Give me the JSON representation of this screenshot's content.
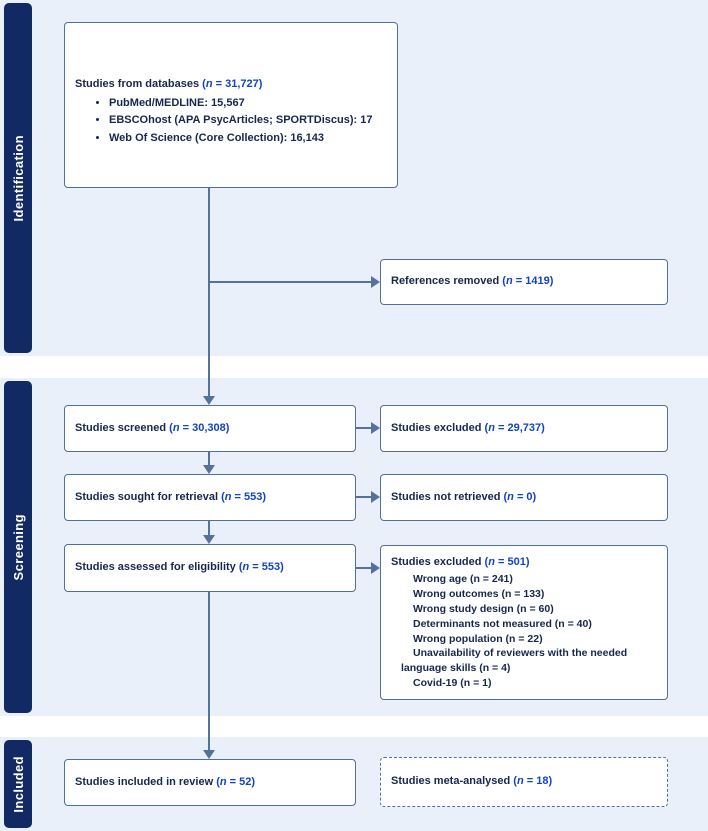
{
  "stages": [
    {
      "id": "identification",
      "label": "Identification"
    },
    {
      "id": "screening",
      "label": "Screening"
    },
    {
      "id": "included",
      "label": "Included"
    }
  ],
  "colors": {
    "stage_tab": "#122a63",
    "band_background": "#eaf0fa",
    "box_border": "#4f6fa3",
    "connector": "#55729f",
    "count_text": "#1143c4",
    "body_text": "#16264d"
  },
  "boxes": {
    "databases": {
      "label": "Studies from databases",
      "n_prefix": "(",
      "n_italic": "n",
      "n_value": " = 31,727)",
      "sources": [
        "PubMed/MEDLINE: 15,567",
        "EBSCOhost (APA PsycArticles; SPORTDiscus): 17",
        "Web Of Science (Core Collection): 16,143"
      ]
    },
    "references_removed": {
      "label": "References removed",
      "n_italic": "n",
      "n_value": " = 1419)"
    },
    "studies_screened": {
      "label": "Studies screened",
      "n_italic": "n",
      "n_value": " = 30,308)"
    },
    "studies_excluded_screen": {
      "label": "Studies excluded",
      "n_italic": "n",
      "n_value": " = 29,737)"
    },
    "studies_sought": {
      "label": "Studies sought for retrieval",
      "n_italic": "n",
      "n_value": " = 553)"
    },
    "studies_not_retrieved": {
      "label": "Studies not retrieved",
      "n_italic": "n",
      "n_value": " = 0)"
    },
    "studies_assessed": {
      "label": "Studies assessed for eligibility",
      "n_italic": "n",
      "n_value": " = 553)"
    },
    "studies_excluded_eligibility": {
      "label": "Studies excluded",
      "n_italic": "n",
      "n_value": " = 501)",
      "reasons": [
        "Wrong age (n = 241)",
        "Wrong outcomes (n = 133)",
        "Wrong study design (n = 60)",
        "Determinants not measured (n = 40)",
        "Wrong population (n = 22)",
        "Unavailability of reviewers with the needed",
        "language skills (n = 4)",
        "Covid-19 (n = 1)"
      ]
    },
    "studies_included": {
      "label": "Studies included in review",
      "n_italic": "n",
      "n_value": " = 52)"
    },
    "studies_meta_analysed": {
      "label": "Studies meta-analysed",
      "n_italic": "n",
      "n_value": " = 18)",
      "border_style": "dashed"
    }
  }
}
